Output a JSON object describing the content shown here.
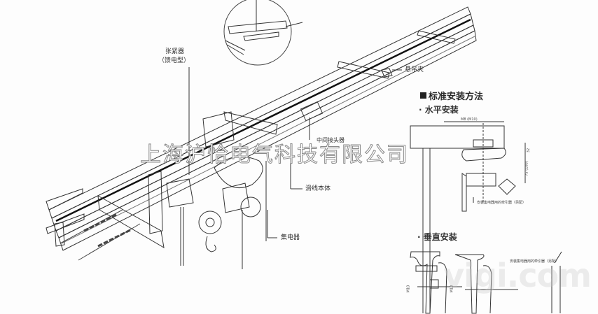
{
  "diagram": {
    "type": "crane conductor rail installation drawing",
    "callouts": {
      "tensioner": "张紧器",
      "tensioner_sub": "（馈电型）",
      "hanger_clamp": "悬吊夹",
      "joint": "中间接头器",
      "rail_body": "滑线本体",
      "collector": "集电器"
    },
    "section": {
      "title_marker": "■",
      "title": "标准安装方法",
      "horizontal": "· 水平安装",
      "vertical": "· 垂直安装",
      "dim_top": "M8 (M10)",
      "dim_right_1": "32",
      "dim_right_2": "75 (100)",
      "towing_note_h": "安装集电器用的牵引器（另配）",
      "towing_note_v": "安装集电器用的牵引器（另配）",
      "dim_left_v": "M10",
      "dim_mid_v": "M10"
    },
    "watermark_text": "上海沪恰电气科技有限公司",
    "watermark_site": "vigi.com"
  }
}
